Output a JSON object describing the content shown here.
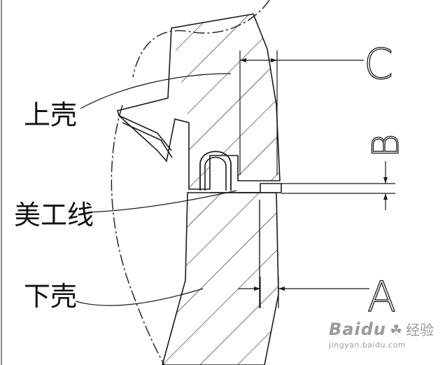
{
  "labels": {
    "upper_shell": "上壳",
    "trim_line": "美工线",
    "lower_shell": "下壳"
  },
  "dimension_letters": [
    "C",
    "B",
    "A"
  ],
  "watermark": {
    "brand": "Baidu",
    "brand_cn": "经验",
    "url": "jingyan.baidu.com"
  },
  "colors": {
    "line": "#1a1a1a",
    "background": "#ffffff",
    "watermark": "#9a9a9a"
  }
}
